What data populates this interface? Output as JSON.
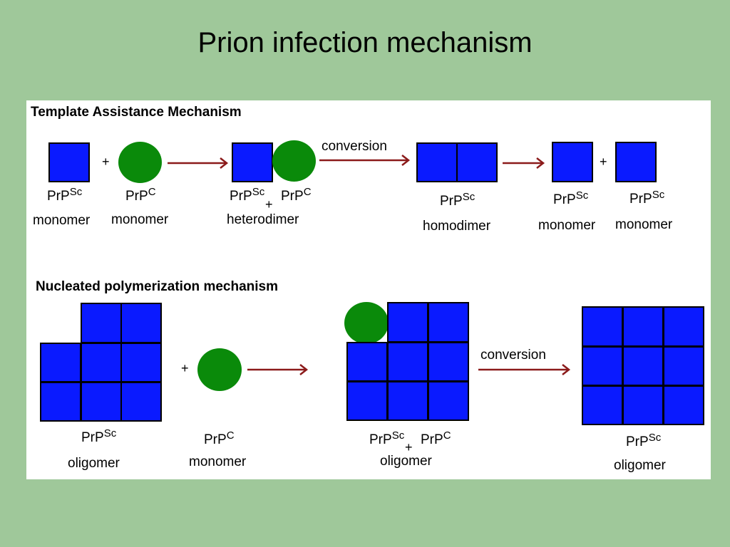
{
  "slide": {
    "title": "Prion infection mechanism"
  },
  "template": {
    "heading": "Template Assistance Mechanism",
    "prp": "PrP",
    "sc": "Sc",
    "c": "C",
    "plus": "+",
    "monomer": "monomer",
    "heterodimer": "heterodimer",
    "homodimer": "homodimer",
    "conversion": "conversion"
  },
  "nucleated": {
    "heading": "Nucleated polymerization mechanism",
    "prp": "PrP",
    "sc": "Sc",
    "c": "C",
    "plus": "+",
    "monomer": "monomer",
    "oligomer": "oligomer",
    "conversion": "conversion"
  },
  "colors": {
    "background": "#9fc89a",
    "square": "#0a1aff",
    "circle": "#0a8a0a",
    "arrow": "#8b1a1a",
    "panel": "#ffffff"
  }
}
